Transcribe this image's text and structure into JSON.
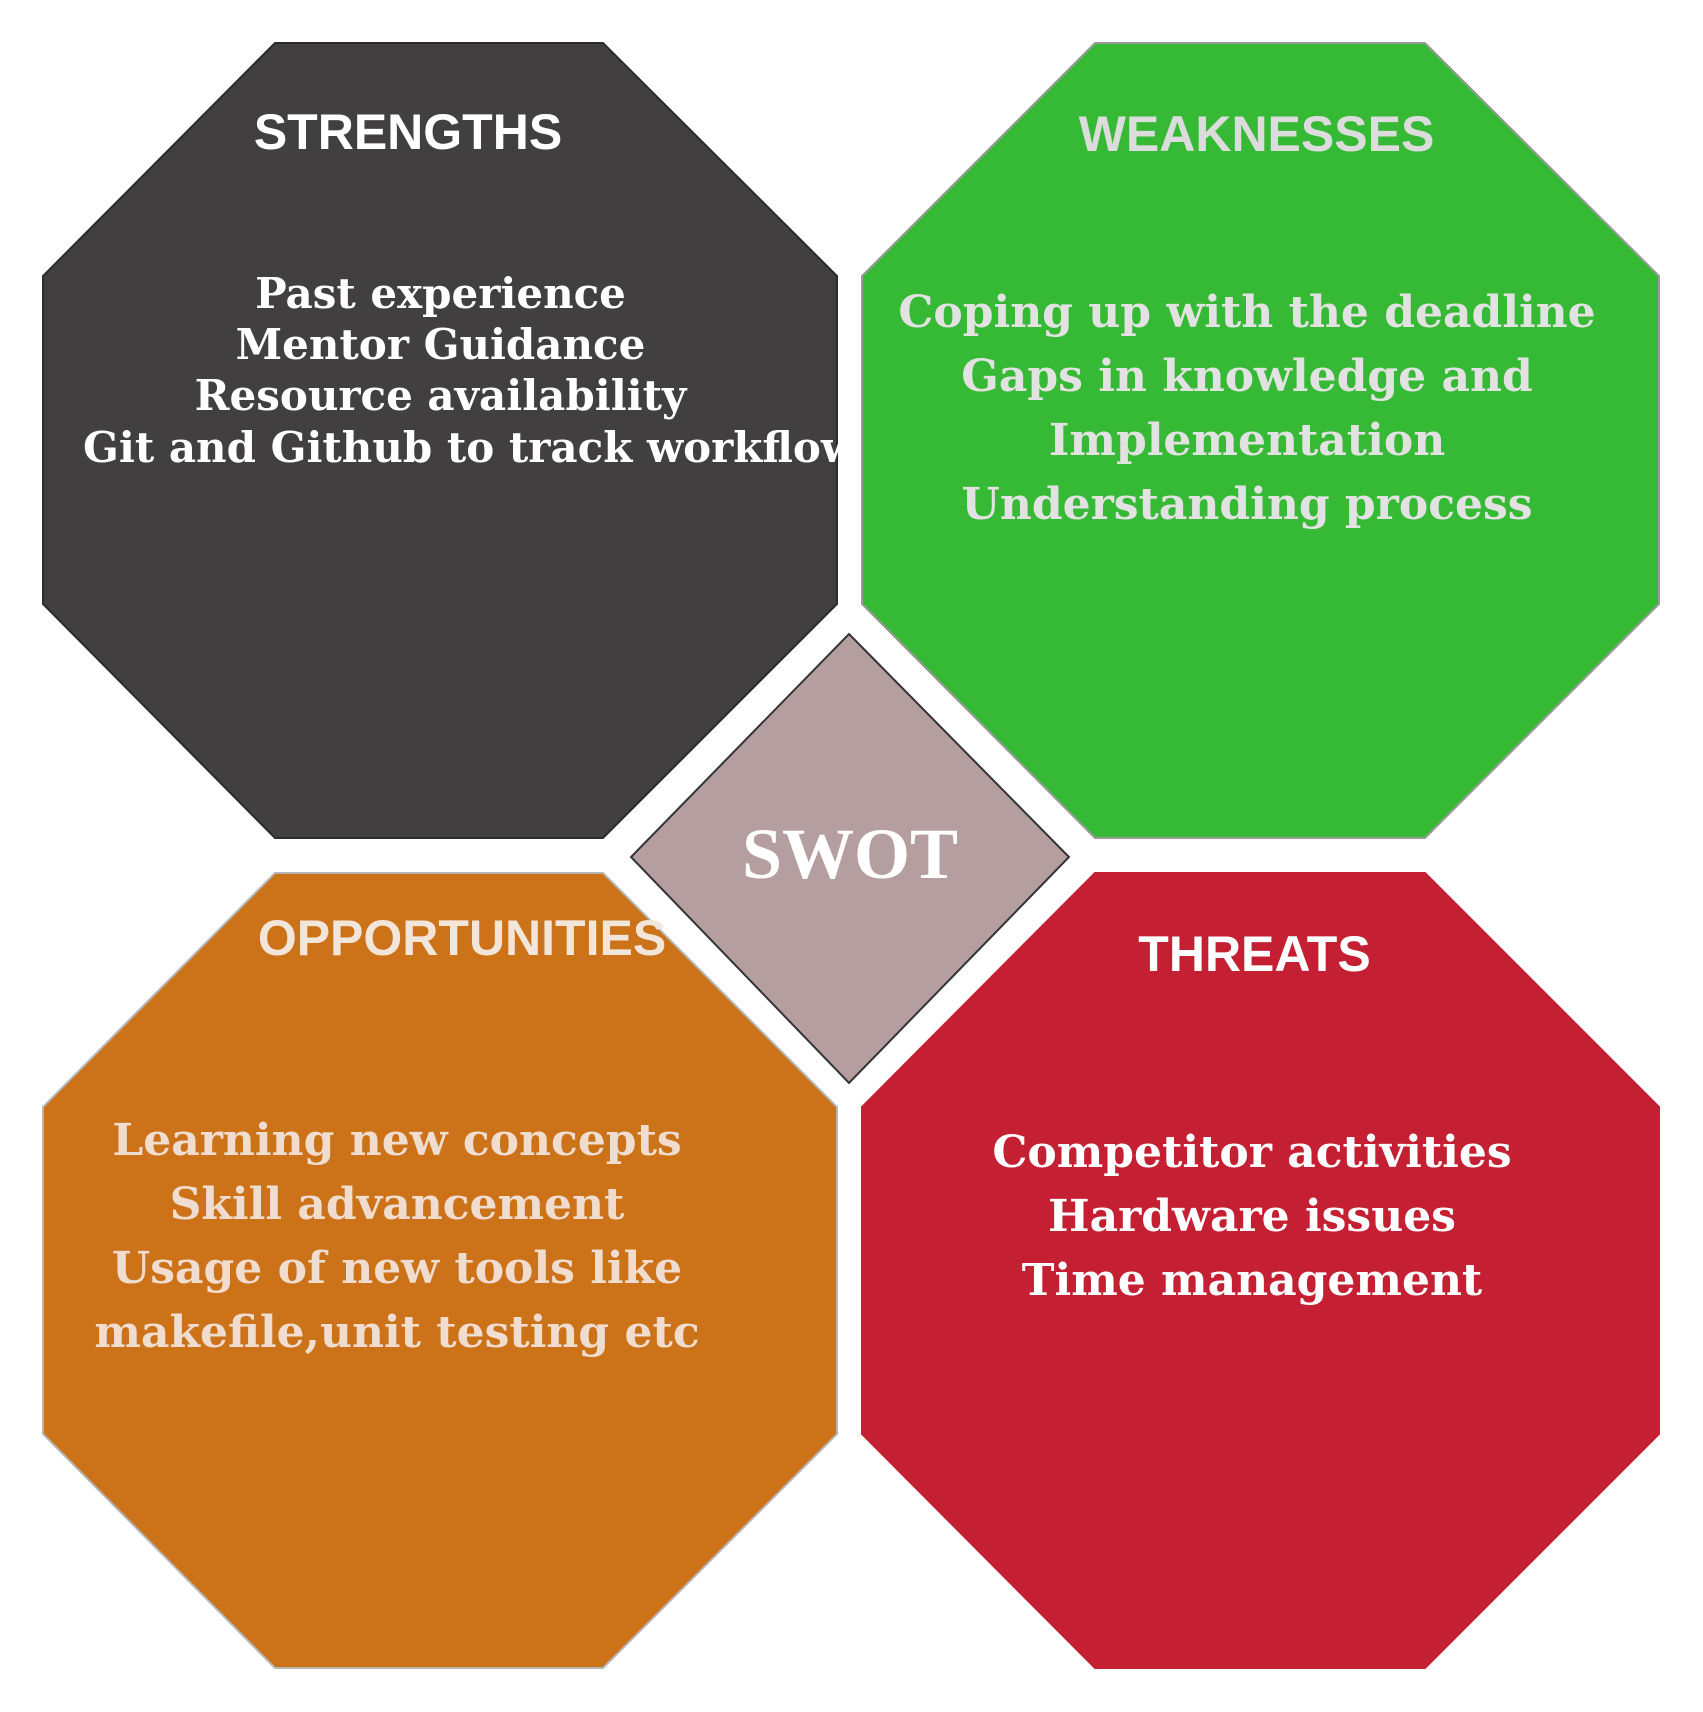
{
  "diagram": {
    "center": {
      "label": "SWOT",
      "fill": "#b59e9f",
      "text_color": "#ffffff"
    },
    "quadrants": [
      {
        "id": "strengths",
        "title": "STRENGTHS",
        "fill": "#413f40",
        "title_color": "#ffffff",
        "text_color": "#ffffff",
        "items": [
          "Past experience",
          "Mentor Guidance",
          "Resource availability",
          "Git and Github to track workflow"
        ]
      },
      {
        "id": "weaknesses",
        "title": "WEAKNESSES",
        "fill": "#36b935",
        "title_color": "#dcdcdc",
        "text_color": "#e2e2e2",
        "items": [
          "Coping up with the deadline",
          "Gaps in knowledge and",
          "Implementation",
          "Understanding process"
        ]
      },
      {
        "id": "opportunities",
        "title": "OPPORTUNITIES",
        "fill": "#cc7219",
        "title_color": "#f2e6da",
        "text_color": "#f0ddd0",
        "items": [
          "Learning new concepts",
          "Skill advancement",
          "Usage of new tools like",
          "makefile,unit testing etc"
        ]
      },
      {
        "id": "threats",
        "title": "THREATS",
        "fill": "#c41f32",
        "title_color": "#ffffff",
        "text_color": "#ffffff",
        "items": [
          "Competitor activities",
          "Hardware issues",
          "Time management"
        ]
      }
    ]
  }
}
